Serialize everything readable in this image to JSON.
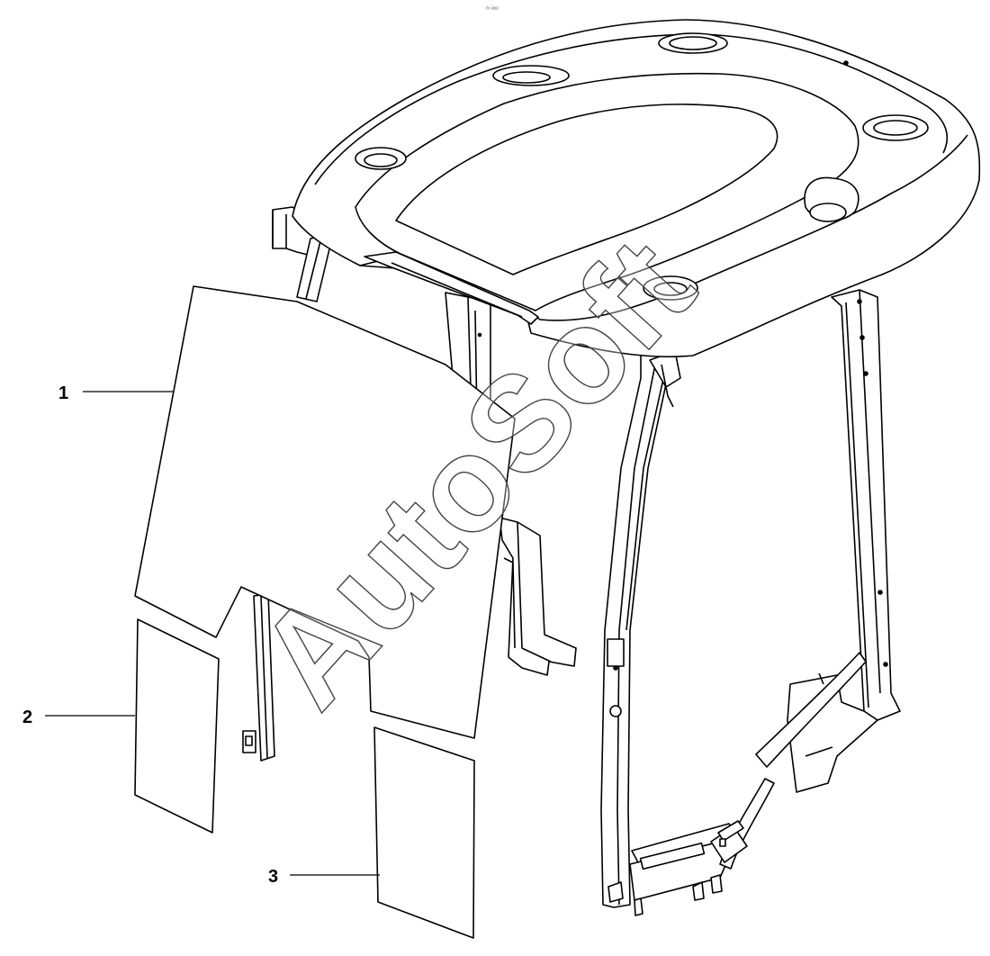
{
  "header": {
    "mark": "ᵐ ᵉᵉᵉ"
  },
  "callouts": [
    {
      "id": "1",
      "label": "1"
    },
    {
      "id": "2",
      "label": "2"
    },
    {
      "id": "3",
      "label": "3"
    }
  ],
  "watermark": {
    "text": "AutoSoft"
  },
  "colors": {
    "stroke": "#000000",
    "background": "#ffffff",
    "watermark_fill": "#ffffff"
  }
}
